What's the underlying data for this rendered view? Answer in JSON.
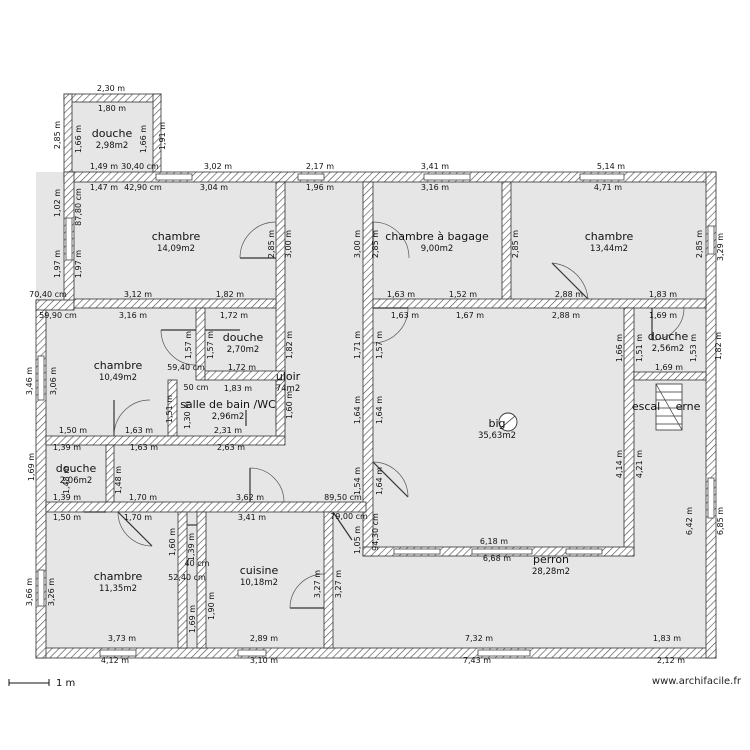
{
  "rooms": [
    {
      "name": "douche",
      "area": "2,98m2"
    },
    {
      "name": "chambre",
      "area": "14,09m2"
    },
    {
      "name": "chambre à bagage",
      "area": "9,00m2"
    },
    {
      "name": "chambre",
      "area": "13,44m2"
    },
    {
      "name": "chambre",
      "area": "10,49m2"
    },
    {
      "name": "douche",
      "area": "2,70m2"
    },
    {
      "name": "uloir",
      "area": "74m2"
    },
    {
      "name": "salle de bain /WC",
      "area": "2,96m2"
    },
    {
      "name": "douche",
      "area": "2,56m2"
    },
    {
      "name": "big",
      "area": "35,63m2"
    },
    {
      "name": "escal",
      "area": ""
    },
    {
      "name": "erne",
      "area": ""
    },
    {
      "name": "douche",
      "area": "2,06m2"
    },
    {
      "name": "chambre",
      "area": "11,35m2"
    },
    {
      "name": "cuisine",
      "area": "10,18m2"
    },
    {
      "name": "perron",
      "area": "28,28m2"
    }
  ],
  "dimensions": [
    "2,30 m",
    "1,80 m",
    "2,85 m",
    "1,66 m",
    "1,66 m",
    "1,91 m",
    "1,49 m",
    "30,40 cm",
    "3,02 m",
    "2,17 m",
    "3,41 m",
    "5,14 m",
    "1,47 m",
    "42,90 cm",
    "3,04 m",
    "1,96 m",
    "3,16 m",
    "4,71 m",
    "1,02 m",
    "87,80 cm",
    "2,85 m",
    "3,00 m",
    "3,00 m",
    "2,85 m",
    "2,85 m",
    "2,85 m",
    "3,29 m",
    "1,97 m",
    "1,97 m",
    "70,40 cm",
    "3,12 m",
    "1,82 m",
    "1,63 m",
    "1,52 m",
    "2,88 m",
    "1,83 m",
    "59,90 cm",
    "3,16 m",
    "1,72 m",
    "1,63 m",
    "1,67 m",
    "2,88 m",
    "1,69 m",
    "1,57 m",
    "1,57 m",
    "1,82 m",
    "1,71 m",
    "1,57 m",
    "1,66 m",
    "1,51 m",
    "1,53 m",
    "1,82 m",
    "3,46 m",
    "3,06 m",
    "59,40 cm",
    "1,72 m",
    "1,69 m",
    "50 cm",
    "1,83 m",
    "1,51 m",
    "1,30 m",
    "1,60 m",
    "1,64 m",
    "1,64 m",
    "1,50 m",
    "1,63 m",
    "2,31 m",
    "4,14 m",
    "4,21 m",
    "1,63 m",
    "2,63 m",
    "1,69 m",
    "1,39 m",
    "1,48 m",
    "1,48 m",
    "1,54 m",
    "1,64 m",
    "1,39 m",
    "1,70 m",
    "3,62 m",
    "89,50 cm",
    "1,50 m",
    "1,70 m",
    "3,41 m",
    "79,00 cm",
    "1,05 m",
    "94,30 cm",
    "6,18 m",
    "6,42 m",
    "6,85 m",
    "1,60 m",
    "1,39 m",
    "40 cm",
    "6,68 m",
    "3,66 m",
    "3,26 m",
    "52,40 cm",
    "3,27 m",
    "3,27 m",
    "1,90 m",
    "1,69 m",
    "3,73 m",
    "2,89 m",
    "7,32 m",
    "1,83 m",
    "4,12 m",
    "3,10 m",
    "7,43 m",
    "2,12 m"
  ],
  "scale": {
    "label": "1 m"
  },
  "watermark": "www.archifacile.fr"
}
